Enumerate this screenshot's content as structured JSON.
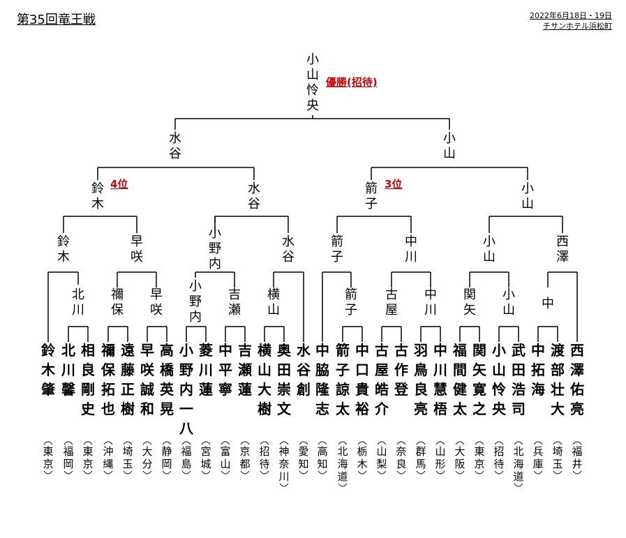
{
  "header": {
    "title": "第35回竜王戦",
    "date": "2022年6月18日・19日",
    "venue": "チサンホテル浜松町"
  },
  "players": [
    {
      "name": "鈴木肇",
      "pref": "東京"
    },
    {
      "name": "北川馨",
      "pref": "福岡"
    },
    {
      "name": "相良剛史",
      "pref": "東京"
    },
    {
      "name": "禰保拓也",
      "pref": "沖縄"
    },
    {
      "name": "遠藤正樹",
      "pref": "埼玉"
    },
    {
      "name": "早咲誠和",
      "pref": "大分"
    },
    {
      "name": "高橋英晃",
      "pref": "静岡"
    },
    {
      "name": "小野内一八",
      "pref": "福島"
    },
    {
      "name": "菱川蓮",
      "pref": "宮城"
    },
    {
      "name": "中平寧",
      "pref": "富山"
    },
    {
      "name": "吉瀬蓮",
      "pref": "京都"
    },
    {
      "name": "横山大樹",
      "pref": "招待"
    },
    {
      "name": "奥田崇文",
      "pref": "神奈川"
    },
    {
      "name": "水谷創",
      "pref": "愛知"
    },
    {
      "name": "中脇隆志",
      "pref": "高知"
    },
    {
      "name": "箭子諒太",
      "pref": "北海道"
    },
    {
      "name": "中口貴裕",
      "pref": "栃木"
    },
    {
      "name": "古屋皓介",
      "pref": "山梨"
    },
    {
      "name": "古作登",
      "pref": "奈良"
    },
    {
      "name": "羽鳥良亮",
      "pref": "群馬"
    },
    {
      "name": "中川慧梧",
      "pref": "山形"
    },
    {
      "name": "福間健太",
      "pref": "大阪"
    },
    {
      "name": "関矢寛之",
      "pref": "東京"
    },
    {
      "name": "小山怜央",
      "pref": "招待"
    },
    {
      "name": "武田浩司",
      "pref": "北海道"
    },
    {
      "name": "中拓海",
      "pref": "兵庫"
    },
    {
      "name": "渡部壮大",
      "pref": "埼玉"
    },
    {
      "name": "西澤佑亮",
      "pref": "福井"
    }
  ],
  "rounds": {
    "r1": [
      "北川",
      "禰保",
      "早咲",
      "小野内",
      "吉瀬",
      "横山",
      "箭子",
      "古屋",
      "中川",
      "関矢",
      "小山",
      "中"
    ],
    "r2": [
      "鈴木",
      "早咲",
      "小野内",
      "水谷",
      "箭子",
      "中川",
      "小山",
      "西澤"
    ],
    "r3": [
      "鈴木",
      "水谷",
      "箭子",
      "小山"
    ],
    "r4": [
      "水谷",
      "小山"
    ],
    "champion": "小山怜央"
  },
  "badges": {
    "champion": "優勝(招待)",
    "third_a": "4位",
    "third_b": "3位"
  },
  "colors": {
    "line": "#000000",
    "badge": "#cc0000"
  }
}
